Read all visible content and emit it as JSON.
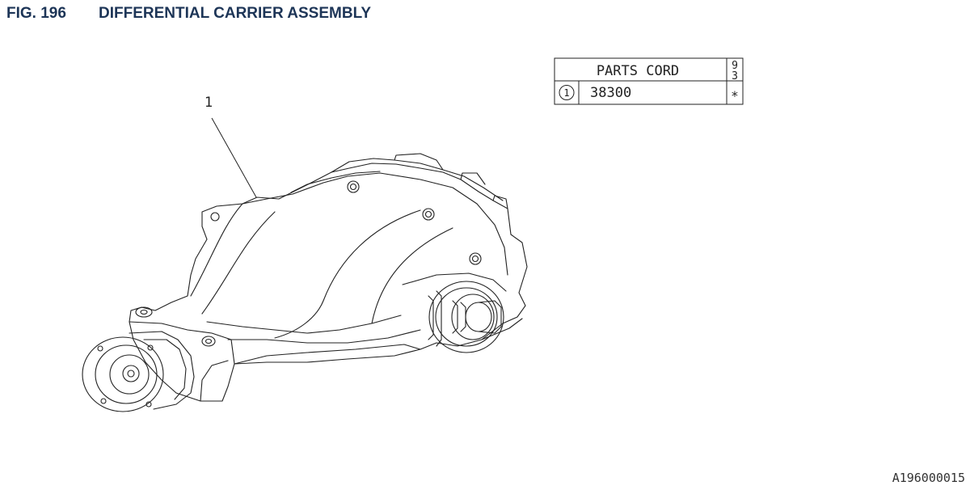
{
  "figure": {
    "number": "FIG. 196",
    "title": "DIFFERENTIAL CARRIER ASSEMBLY"
  },
  "callout": {
    "label": "1"
  },
  "parts_table": {
    "header": "PARTS CORD",
    "year_digit_top": "9",
    "year_digit_bottom": "3",
    "rows": [
      {
        "ref": "1",
        "code": "38300",
        "mark": "*"
      }
    ]
  },
  "footer_code": "A196000015"
}
